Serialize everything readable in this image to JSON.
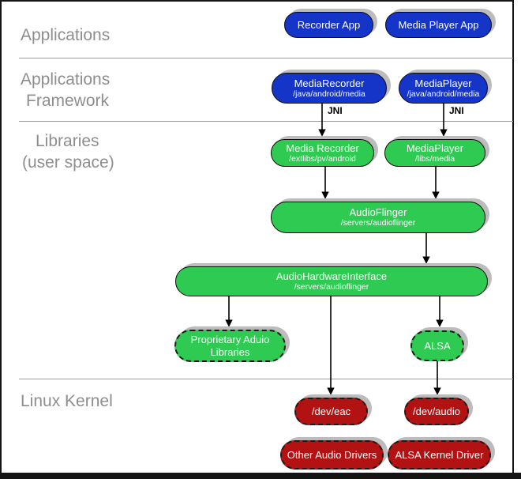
{
  "colors": {
    "app_blue": "#1535c8",
    "lib_green": "#2eca52",
    "kernel_red": "#b31212",
    "shadow_gray": "#bcbcbc",
    "section_label_gray": "#8e8e8e",
    "divider_gray": "#9c9c9c"
  },
  "sections": {
    "applications": {
      "lines": [
        "Applications"
      ]
    },
    "applications_framework": {
      "lines": [
        "Applications",
        "Framework"
      ]
    },
    "libraries": {
      "lines": [
        "Libraries",
        "(user space)"
      ]
    },
    "linux_kernel": {
      "lines": [
        "Linux Kernel"
      ]
    }
  },
  "connection_labels": {
    "jni_left": "JNI",
    "jni_right": "JNI"
  },
  "nodes": {
    "recorder_app": {
      "title": "Recorder App"
    },
    "media_player_app": {
      "title": "Media Player App"
    },
    "media_recorder_framework": {
      "title": "MediaRecorder",
      "subtitle": "/java/android/media"
    },
    "media_player_framework": {
      "title": "MediaPlayer",
      "subtitle": "/java/android/media"
    },
    "media_recorder_lib": {
      "title": "Media Recorder",
      "subtitle": "/extlibs/pv/android"
    },
    "media_player_lib": {
      "title": "MediaPlayer",
      "subtitle": "/libs/media"
    },
    "audio_flinger": {
      "title": "AudioFlinger",
      "subtitle": "/servers/audioflinger"
    },
    "audio_hardware_interface": {
      "title": "AudioHardwareInterface",
      "subtitle": "/servers/audioflinger"
    },
    "proprietary_audio_libraries": {
      "title": "Proprietary Aduio Libraries"
    },
    "alsa": {
      "title": "ALSA"
    },
    "dev_eac": {
      "title": "/dev/eac"
    },
    "dev_audio": {
      "title": "/dev/audio"
    },
    "other_audio_drivers": {
      "title": "Other Audio Drivers"
    },
    "alsa_kernel_driver": {
      "title": "ALSA Kernel Driver"
    }
  }
}
